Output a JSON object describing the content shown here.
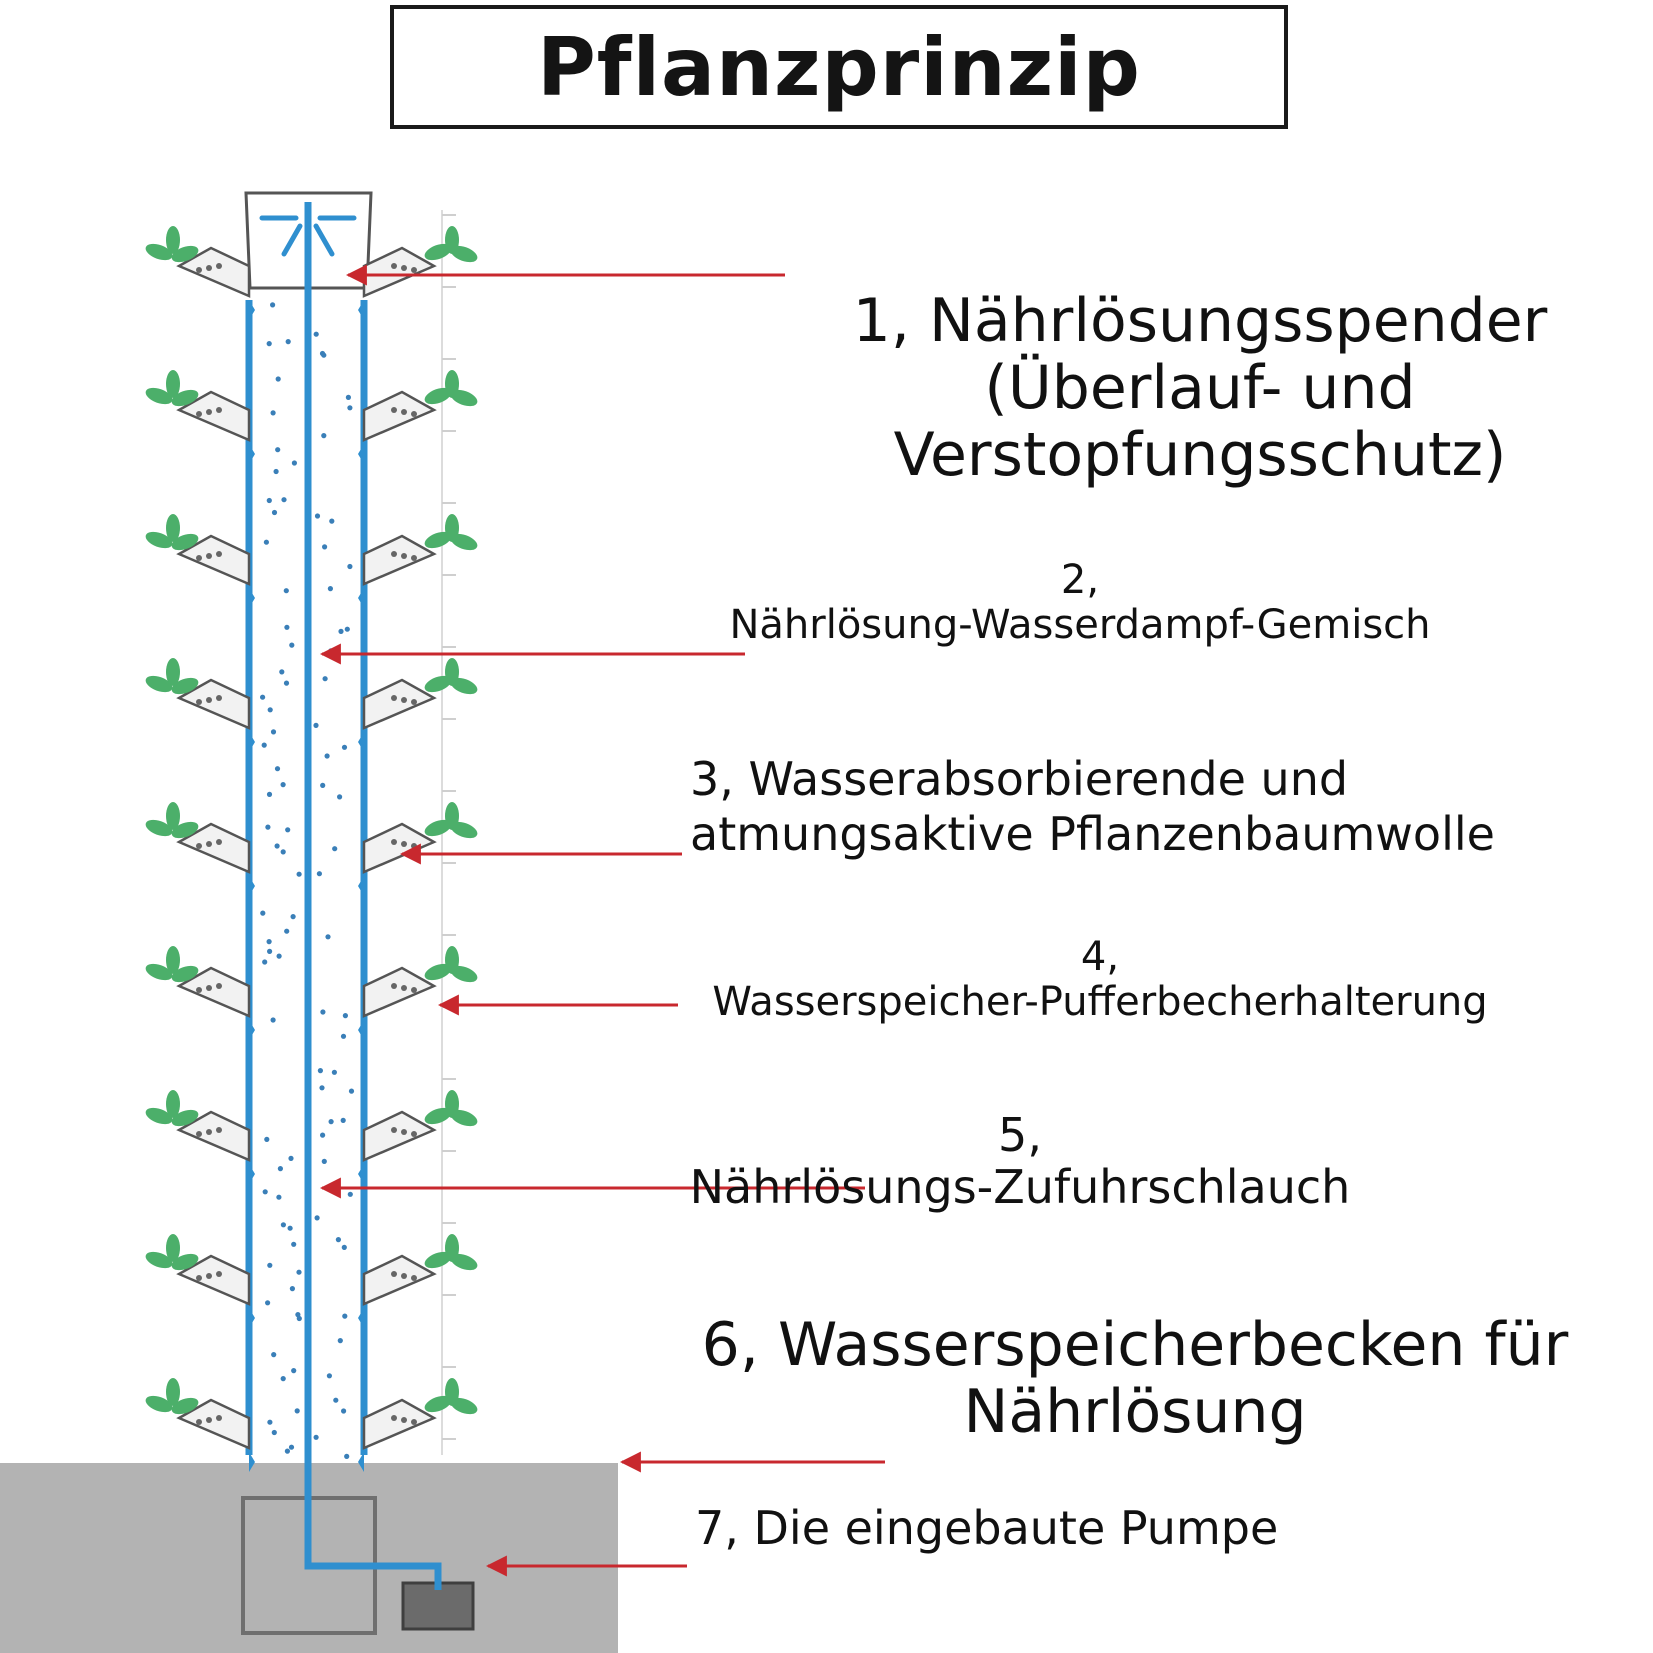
{
  "title": "Pflanzprinzip",
  "labels": [
    {
      "number": "1,",
      "lines": [
        "1, Nährlösungsspender",
        "(Überlauf- und",
        "Verstopfungsschutz)"
      ]
    },
    {
      "number": "2,",
      "lines": [
        "2,",
        "Nährlösung-Wasserdampf-Gemisch"
      ]
    },
    {
      "number": "3,",
      "lines": [
        "3, Wasserabsorbierende und",
        "atmungsaktive Pflanzenbaumwolle"
      ]
    },
    {
      "number": "4,",
      "lines": [
        "4,",
        "Wasserspeicher-Pufferbecherhalterung"
      ]
    },
    {
      "number": "5,",
      "lines": [
        "5,",
        "Nährlösungs-Zufuhrschlauch"
      ]
    },
    {
      "number": "6,",
      "lines": [
        "6, Wasserspeicherbecken für",
        "Nährlösung"
      ]
    },
    {
      "number": "7,",
      "lines": [
        "7, Die eingebaute Pumpe"
      ]
    }
  ],
  "colors": {
    "pipe": "#2f8fcf",
    "arrow": "#c8282e",
    "leaf": "#4caf6a",
    "base": "#b0b0b0",
    "dots": "#3a7fb8"
  }
}
